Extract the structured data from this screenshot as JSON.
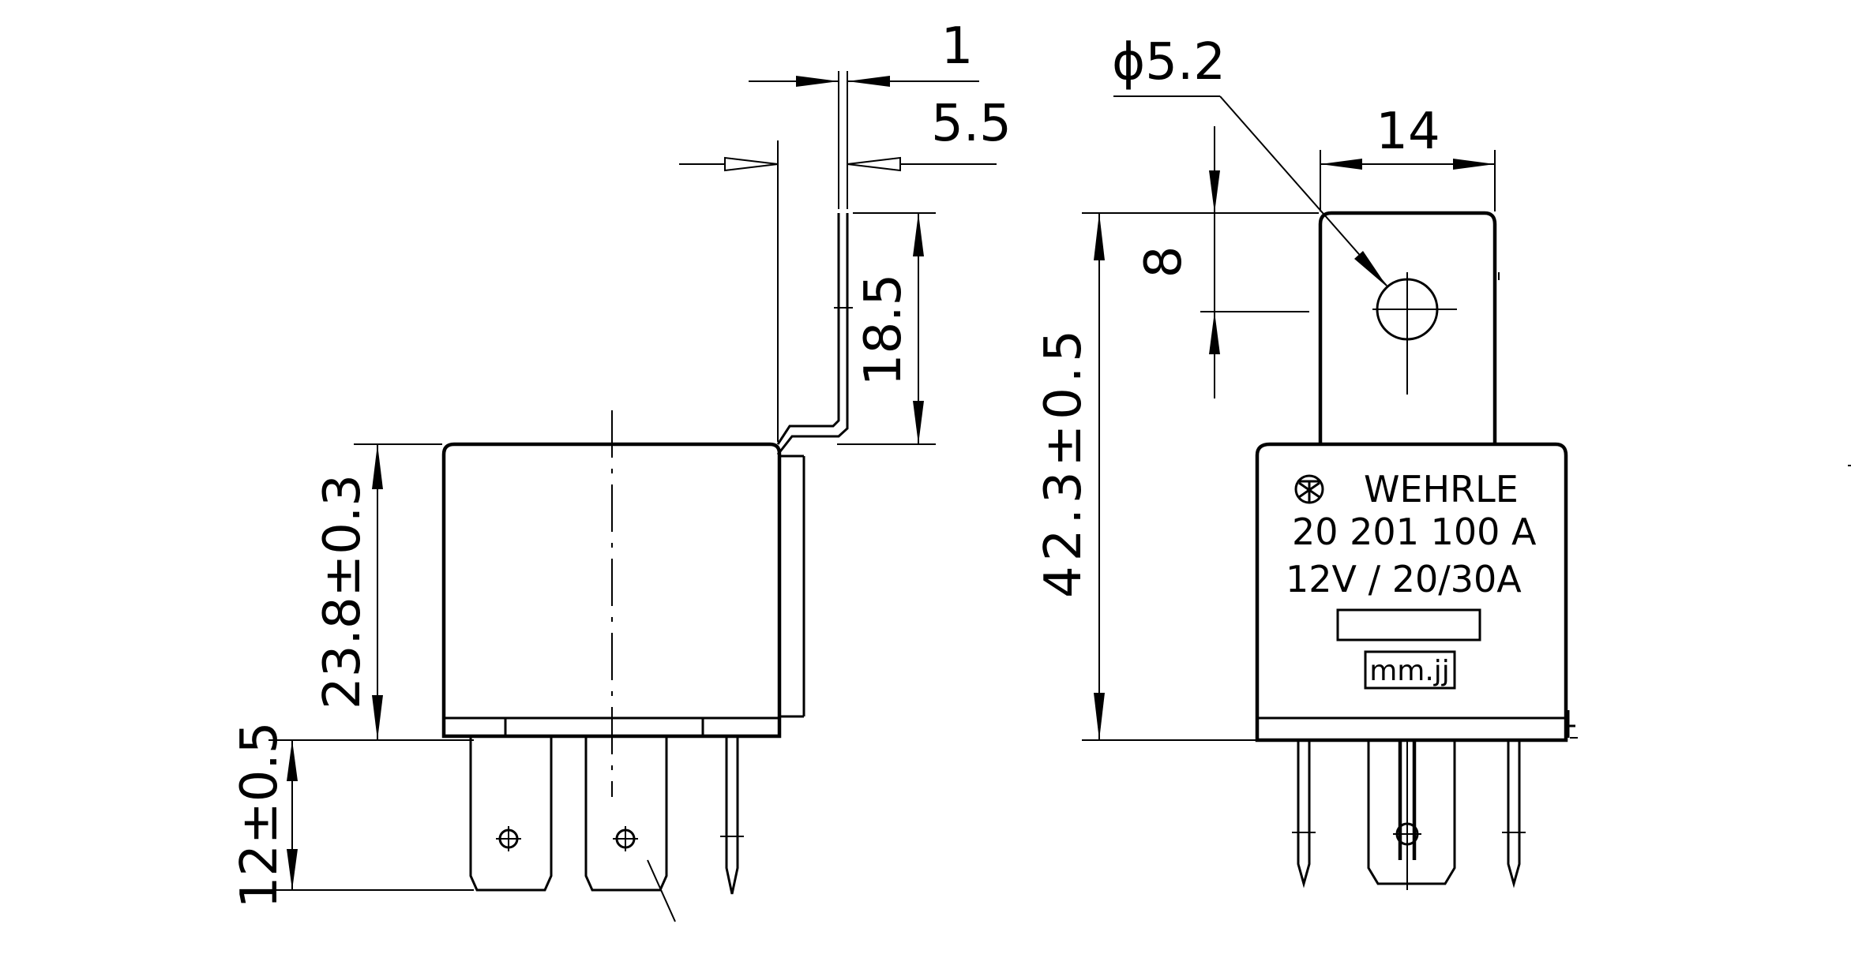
{
  "dimensions": {
    "pin_thickness": "1",
    "bracket_offset": "5.5",
    "bracket_height": "18.5",
    "body_height": "23.8±0.3",
    "pin_length": "12±0.5",
    "hole_diameter": "ϕ5.2",
    "bracket_width": "14",
    "hole_offset": "8",
    "total_height": "42.3±0.5"
  },
  "label": {
    "brand": "WEHRLE",
    "part_number": "20 201 100 A",
    "rating": "12V / 20/30A",
    "date_code": "mm.jj"
  },
  "colors": {
    "line": "#000000",
    "background": "#ffffff"
  }
}
